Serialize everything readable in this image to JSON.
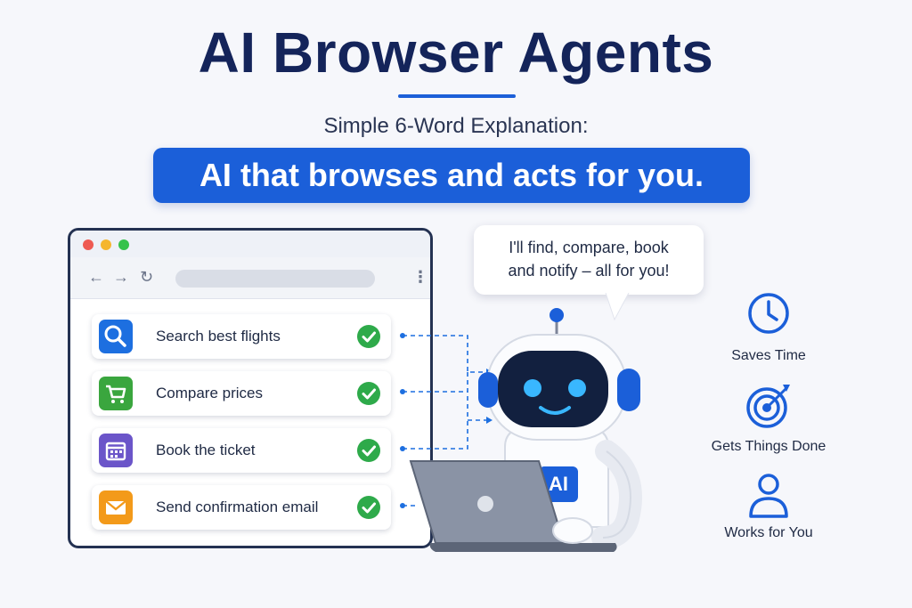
{
  "title": "AI Browser Agents",
  "subtitle": "Simple 6-Word Explanation:",
  "banner": "AI that browses and acts for you.",
  "browser": {
    "nav_icons": [
      "arrow-left-icon",
      "arrow-right-icon",
      "refresh-icon",
      "more-vertical-icon"
    ],
    "tasks": [
      {
        "label": "Search best flights",
        "icon": "search-icon",
        "color": "#1d6fe0"
      },
      {
        "label": "Compare prices",
        "icon": "cart-icon",
        "color": "#3aa63e"
      },
      {
        "label": "Book the ticket",
        "icon": "calendar-icon",
        "color": "#6b55c9"
      },
      {
        "label": "Send confirmation email",
        "icon": "envelope-icon",
        "color": "#f39a1a"
      }
    ]
  },
  "speech": {
    "line1": "I'll find, compare, book",
    "line2": "and notify – all for you!"
  },
  "robot": {
    "chest_label": "AI"
  },
  "benefits": [
    {
      "label": "Saves Time",
      "icon": "clock-icon"
    },
    {
      "label": "Gets Things Done",
      "icon": "target-icon"
    },
    {
      "label": "Works for You",
      "icon": "person-icon"
    }
  ],
  "colors": {
    "accent": "#1b5fd9",
    "title": "#14245a",
    "check": "#2eaa4a"
  }
}
